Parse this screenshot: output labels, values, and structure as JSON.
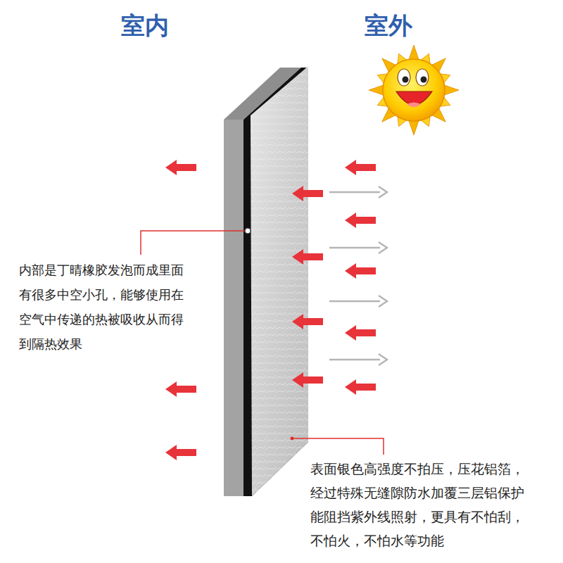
{
  "diagram": {
    "labels": [
      "室内",
      "室外",
      "内部是丁晴橡胶发泡而成里面 有很多中空小孔，能够使用在 空气中传递的热被吸收从而得 到隔热效果",
      "表面银色高强度不拍压，压花铝箔， 经过特殊无缝隙防水加覆三层铝保护 能阻挡紫外线照射，更具有不怕刮， 不怕火，不怕水等功能"
    ]
  }
}
